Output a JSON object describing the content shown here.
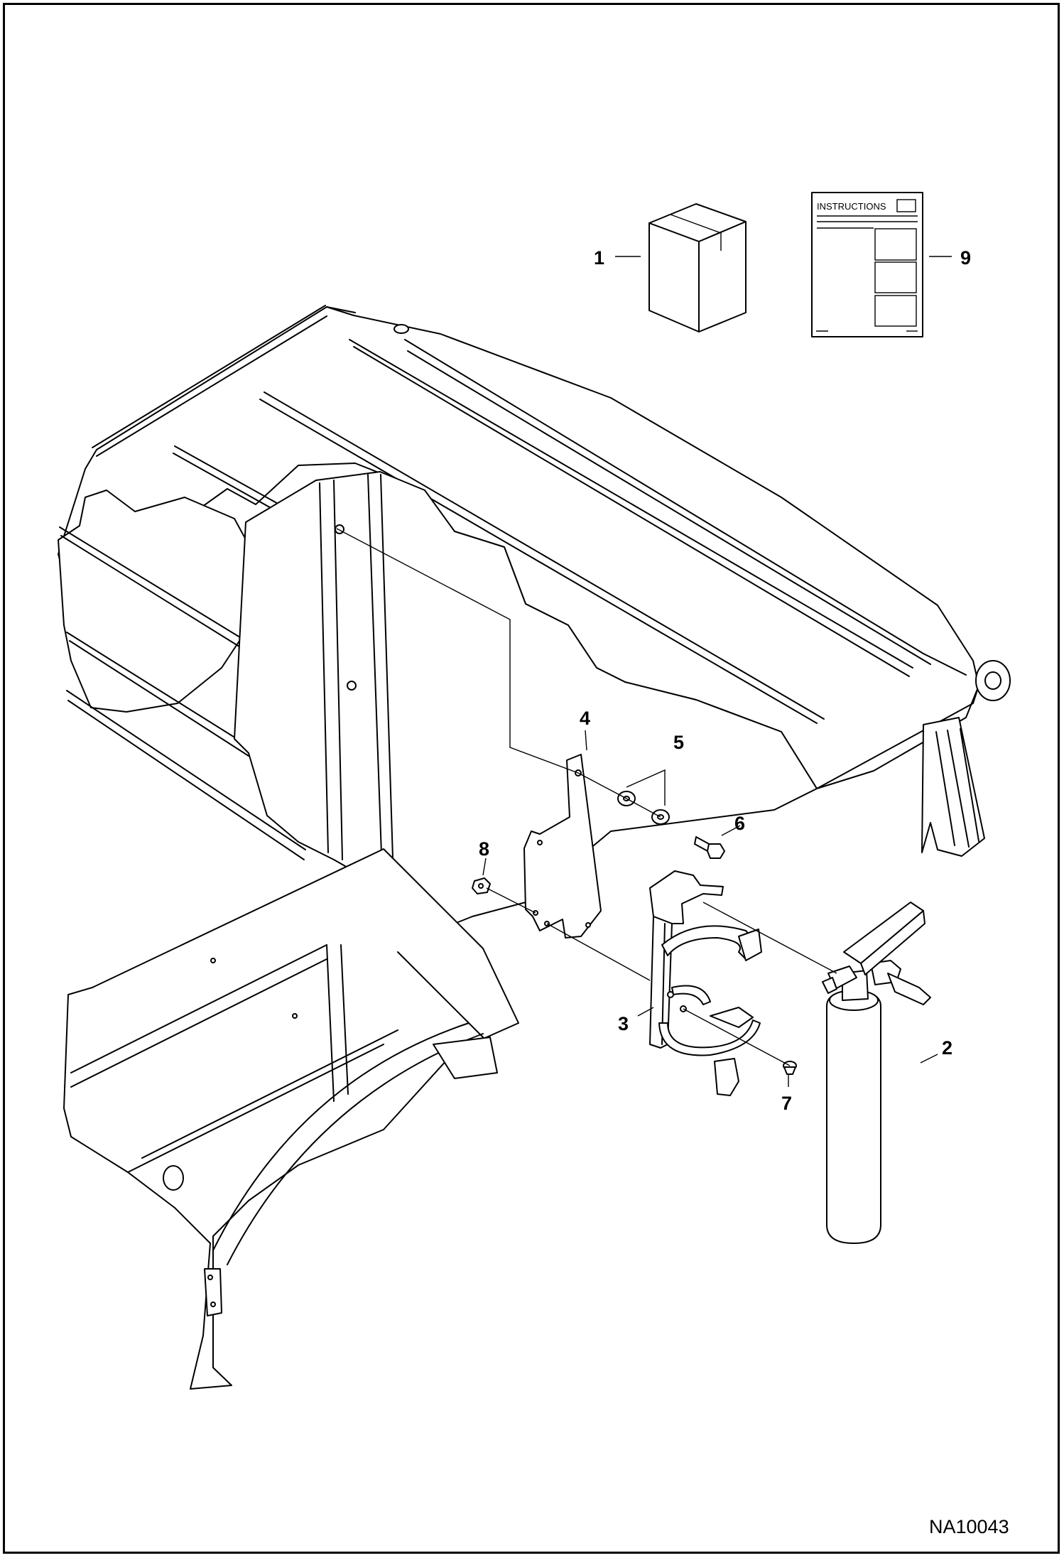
{
  "diagram": {
    "figure_code": "NA10043",
    "instructions_sheet_title": "INSTRUCTIONS",
    "callouts": [
      {
        "id": "1",
        "text": "1",
        "part": "kit box"
      },
      {
        "id": "2",
        "text": "2",
        "part": "fire extinguisher"
      },
      {
        "id": "3",
        "text": "3",
        "part": "extinguisher clamp bracket"
      },
      {
        "id": "4",
        "text": "4",
        "part": "mounting plate"
      },
      {
        "id": "5",
        "text": "5",
        "part": "washers"
      },
      {
        "id": "6",
        "text": "6",
        "part": "bolt"
      },
      {
        "id": "7",
        "text": "7",
        "part": "screw"
      },
      {
        "id": "8",
        "text": "8",
        "part": "nut"
      },
      {
        "id": "9",
        "text": "9",
        "part": "instructions sheet"
      }
    ]
  }
}
